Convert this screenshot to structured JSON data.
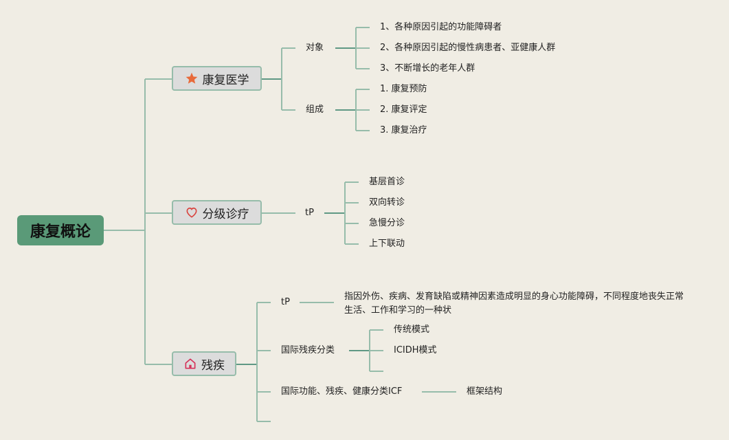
{
  "root": {
    "label": "康复概论",
    "color": "#5a9a78"
  },
  "topics": [
    {
      "label": "康复医学",
      "icon": "star-icon",
      "icon_color": "#e86a3a",
      "children": [
        {
          "label": "对象",
          "children": [
            "1、各种原因引起的功能障碍者",
            "2、各种原因引起的慢性病患者、亚健康人群",
            "3、不断增长的老年人群"
          ]
        },
        {
          "label": "组成",
          "children": [
            "1. 康复预防",
            "2. 康复评定",
            "3. 康复治疗"
          ]
        }
      ]
    },
    {
      "label": "分级诊疗",
      "icon": "heart-icon",
      "icon_color": "#d9443f",
      "children": [
        {
          "label": "tP",
          "children": [
            "基层首诊",
            "双向转诊",
            "急慢分诊",
            "上下联动"
          ]
        }
      ]
    },
    {
      "label": "残疾",
      "icon": "home-icon",
      "icon_color": "#d6325a",
      "children": [
        {
          "label": "tP",
          "children": [
            "指因外伤、疾病、发育缺陷或精神因素造成明显的身心功能障碍，不同程度地丧失正常生活、工作和学习的一种状"
          ]
        },
        {
          "label": "国际残疾分类",
          "children": [
            "传统模式",
            "ICIDH模式",
            ""
          ]
        },
        {
          "label": "国际功能、残疾、健康分类ICF",
          "children": [
            "框架结构"
          ]
        },
        {
          "label": "",
          "children": []
        }
      ]
    }
  ],
  "colors": {
    "line": "#96bcaa",
    "line_dark": "#5f9884",
    "background": "#f0ede4"
  }
}
